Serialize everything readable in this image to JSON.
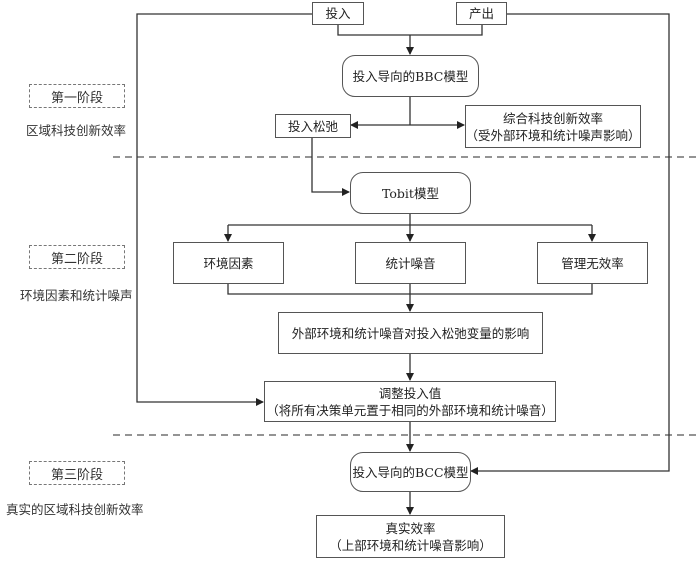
{
  "stages": [
    {
      "label": "第一阶段",
      "description": "区域科技创新效率"
    },
    {
      "label": "第二阶段",
      "description": "环境因素和统计噪声"
    },
    {
      "label": "第三阶段",
      "description": "真实的区域科技创新效率"
    }
  ],
  "nodes": {
    "input": "投入",
    "output": "产出",
    "bbc_model": "投入导向的BBC模型",
    "input_slack": "投入松弛",
    "composite_efficiency": {
      "line1": "综合科技创新效率",
      "line2": "（受外部环境和统计噪声影响）"
    },
    "tobit_model": "Tobit模型",
    "env_factors": "环境因素",
    "stat_noise": "统计噪音",
    "mgmt_inefficiency": "管理无效率",
    "impact_on_slack": "外部环境和统计噪音对投入松弛变量的影响",
    "adjust_input": {
      "line1": "调整投入值",
      "line2": "（将所有决策单元置于相同的外部环境和统计噪音）"
    },
    "bcc_model": "投入导向的BCC模型",
    "true_efficiency": {
      "line1": "真实效率",
      "line2": "（上部环境和统计噪音影响）"
    }
  }
}
